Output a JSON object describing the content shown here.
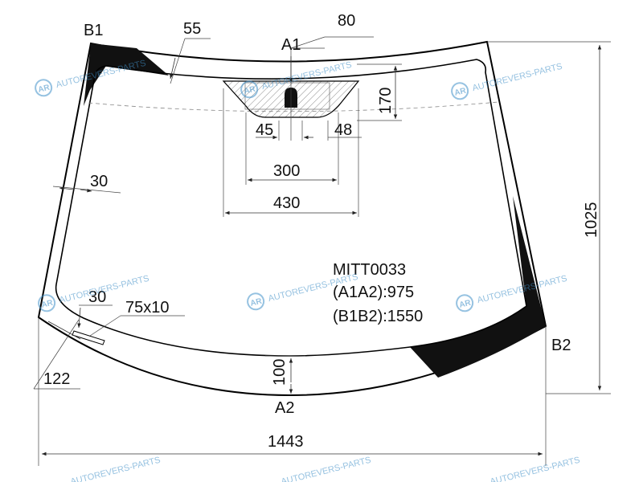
{
  "part_code": "MITT0033",
  "a1a2_label": "(A1A2):975",
  "b1b2_label": "(B1B2):1550",
  "points": {
    "a1": "A1",
    "a2": "A2",
    "b1": "B1",
    "b2": "B2"
  },
  "dimensions": {
    "d55": "55",
    "d80": "80",
    "d170": "170",
    "d45": "45",
    "d48": "48",
    "d300": "300",
    "d430": "430",
    "d30_side": "30",
    "d30_bottom": "30",
    "d75x10": "75x10",
    "d122": "122",
    "d100": "100",
    "d1025": "1025",
    "d1443": "1443"
  },
  "watermark": {
    "text": "AUTOREVERS-PARTS",
    "badge": "AR"
  },
  "colors": {
    "tint": "#111111",
    "watermark": "#3f8fc8",
    "outline": "#000000"
  }
}
